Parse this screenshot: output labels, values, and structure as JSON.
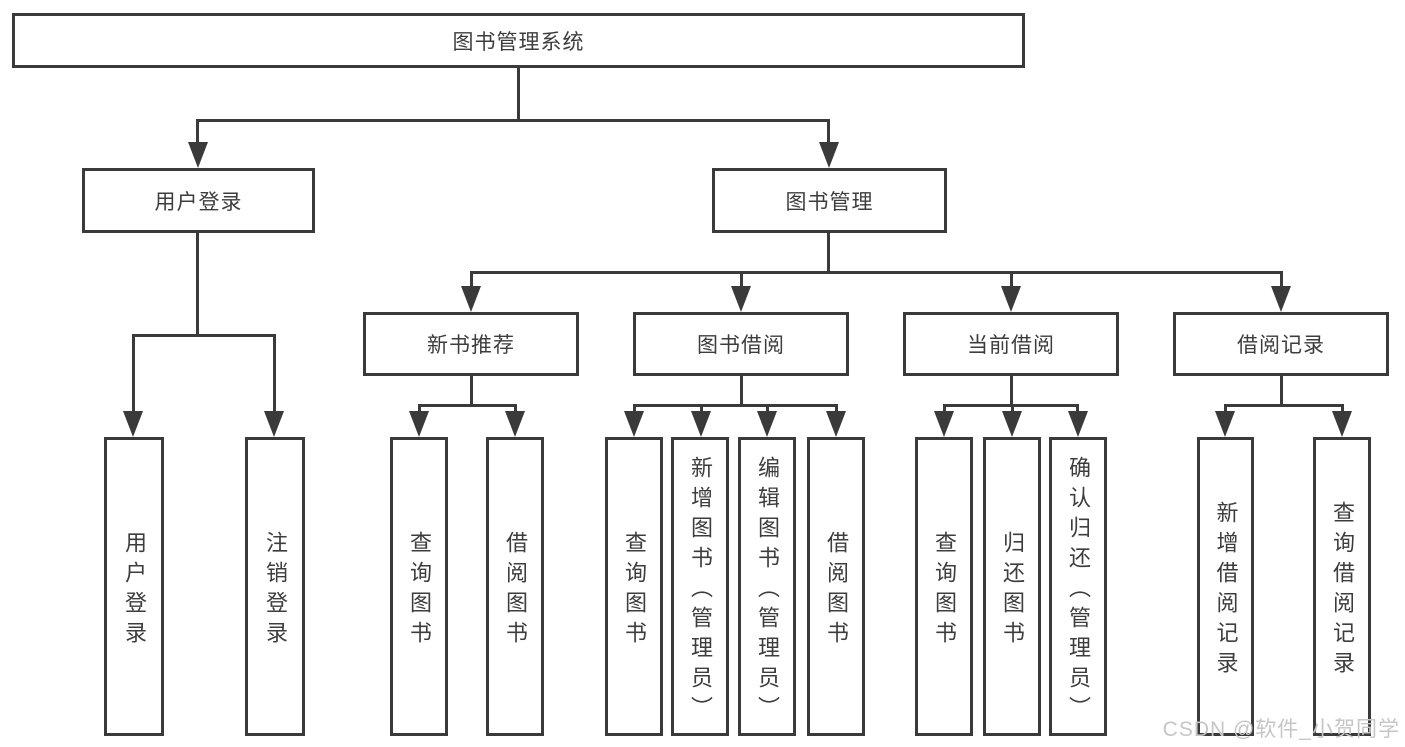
{
  "diagram": {
    "root": "图书管理系统",
    "level2": [
      "用户登录",
      "图书管理"
    ],
    "level3": [
      "新书推荐",
      "图书借阅",
      "当前借阅",
      "借阅记录"
    ],
    "leaves": {
      "login": [
        "用户登录",
        "注销登录"
      ],
      "recommend": [
        "查询图书",
        "借阅图书"
      ],
      "borrow": [
        "查询图书",
        "新增图书（管理员）",
        "编辑图书（管理员）",
        "借阅图书"
      ],
      "current": [
        "查询图书",
        "归还图书",
        "确认归还（管理员）"
      ],
      "records": [
        "新增借阅记录",
        "查询借阅记录"
      ]
    }
  },
  "watermark": "CSDN @软件_小贺同学",
  "colors": {
    "line": "#3a3a3a",
    "text": "#3d3d3d",
    "watermark": "#c6c6c6",
    "background": "#ffffff"
  }
}
